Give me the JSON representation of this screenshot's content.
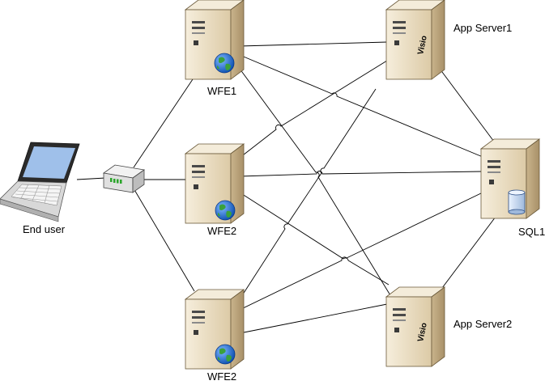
{
  "nodes": {
    "end_user": {
      "label": "End user"
    },
    "wfe1": {
      "label": "WFE1"
    },
    "wfe2_mid": {
      "label": "WFE2"
    },
    "wfe2_bottom": {
      "label": "WFE2"
    },
    "app_server1": {
      "label": "App Server1",
      "badge": "Visio"
    },
    "app_server2": {
      "label": "App Server2",
      "badge": "Visio"
    },
    "sql1": {
      "label": "SQL1"
    }
  },
  "connections": [
    [
      "end_user",
      "switch"
    ],
    [
      "switch",
      "wfe1"
    ],
    [
      "switch",
      "wfe2_mid"
    ],
    [
      "switch",
      "wfe2_bottom"
    ],
    [
      "wfe1",
      "app_server1"
    ],
    [
      "wfe1",
      "sql1"
    ],
    [
      "wfe1",
      "app_server2"
    ],
    [
      "wfe2_mid",
      "app_server1"
    ],
    [
      "wfe2_mid",
      "sql1"
    ],
    [
      "wfe2_mid",
      "app_server2"
    ],
    [
      "wfe2_bottom",
      "app_server1"
    ],
    [
      "wfe2_bottom",
      "sql1"
    ],
    [
      "wfe2_bottom",
      "app_server2"
    ],
    [
      "app_server1",
      "sql1"
    ],
    [
      "app_server2",
      "sql1"
    ]
  ],
  "colors": {
    "server_front": "#e9dcc0",
    "server_side": "#cdb993",
    "server_top": "#f4ecda",
    "globe": "#1e6fd0",
    "land": "#3aa13c",
    "line": "#000000"
  }
}
